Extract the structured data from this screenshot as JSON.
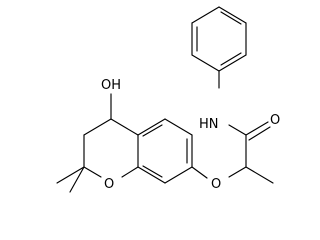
{
  "molecule": {
    "labels": {
      "hydroxyl": "OH",
      "amide_nh": "HN",
      "amide_o": "O",
      "ether_o": "O",
      "ring_o": "O"
    }
  }
}
